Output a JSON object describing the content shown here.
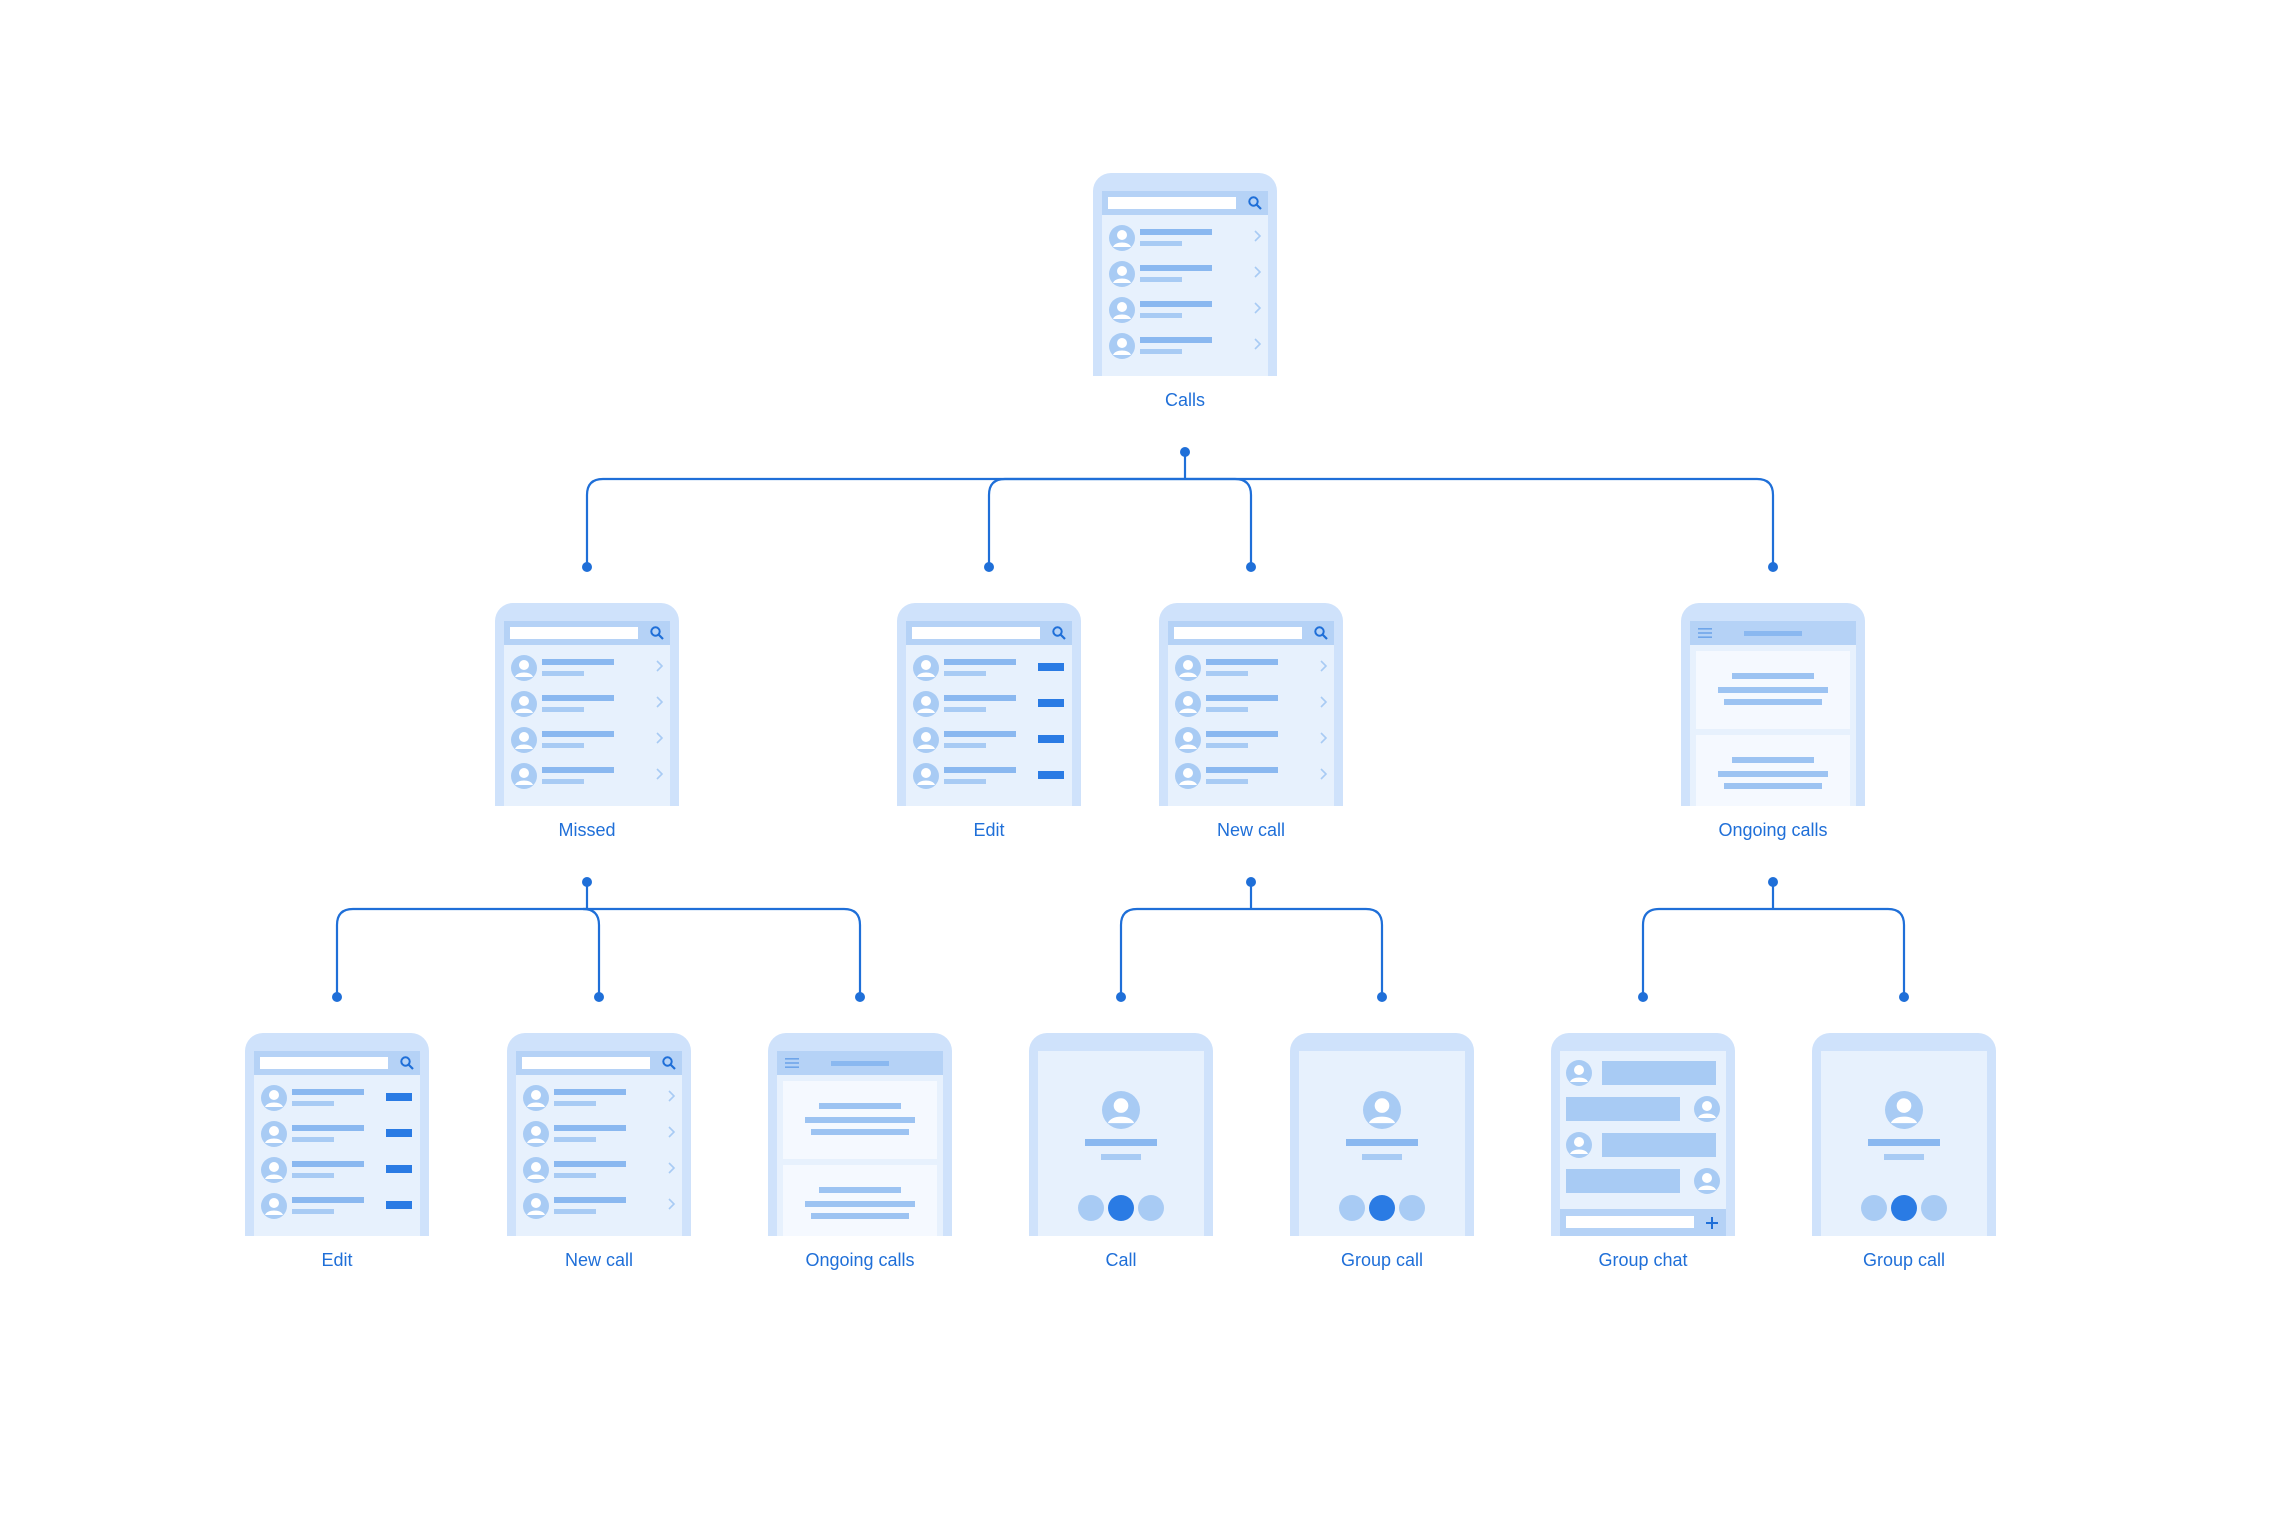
{
  "colors": {
    "line": "#1f6fd8",
    "label": "#1f6fd8",
    "phone": "#cfe2fb",
    "screen": "#e7f1fd",
    "accent": "#2a7be4"
  },
  "nodes": {
    "calls": {
      "label": "Calls",
      "screen": "list-chevron"
    },
    "missed": {
      "label": "Missed",
      "screen": "list-chevron"
    },
    "edit": {
      "label": "Edit",
      "screen": "list-tags"
    },
    "new_call": {
      "label": "New call",
      "screen": "list-chevron"
    },
    "ongoing_calls": {
      "label": "Ongoing calls",
      "screen": "cards"
    },
    "missed_edit": {
      "label": "Edit",
      "screen": "list-tags"
    },
    "missed_new_call": {
      "label": "New call",
      "screen": "list-chevron"
    },
    "missed_ongoing_calls": {
      "label": "Ongoing calls",
      "screen": "cards"
    },
    "call": {
      "label": "Call",
      "screen": "call"
    },
    "group_call_1": {
      "label": "Group call",
      "screen": "call"
    },
    "group_chat": {
      "label": "Group chat",
      "screen": "chat"
    },
    "group_call_2": {
      "label": "Group call",
      "screen": "call"
    }
  },
  "edges": [
    [
      "calls",
      "missed"
    ],
    [
      "calls",
      "edit"
    ],
    [
      "calls",
      "new_call"
    ],
    [
      "calls",
      "ongoing_calls"
    ],
    [
      "missed",
      "missed_edit"
    ],
    [
      "missed",
      "missed_new_call"
    ],
    [
      "missed",
      "missed_ongoing_calls"
    ],
    [
      "new_call",
      "call"
    ],
    [
      "new_call",
      "group_call_1"
    ],
    [
      "ongoing_calls",
      "group_chat"
    ],
    [
      "ongoing_calls",
      "group_call_2"
    ]
  ]
}
